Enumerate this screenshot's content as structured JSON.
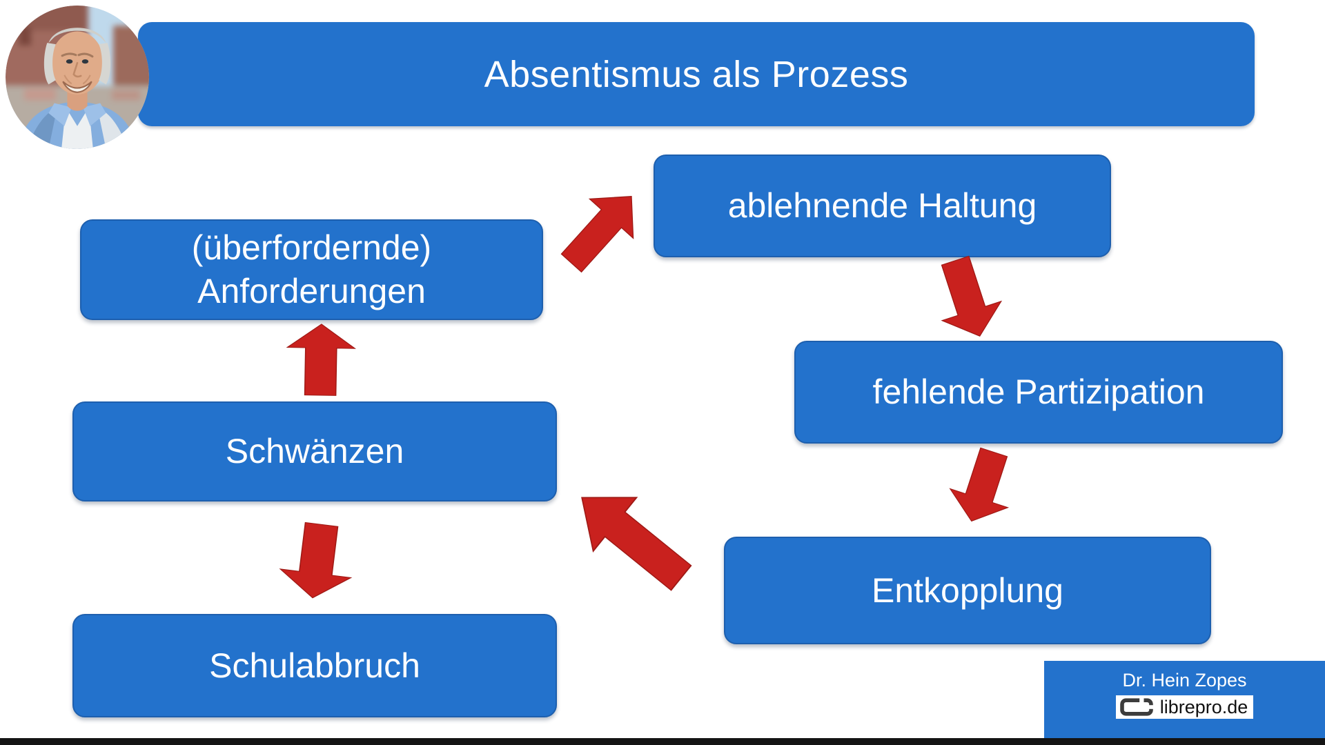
{
  "slide": {
    "title": "Absentismus als Prozess",
    "colors": {
      "box_blue": "#2372cc",
      "box_border_blue": "#1d5fae",
      "arrow_red": "#c9211e",
      "text_white": "#ffffff",
      "footer_black": "#141414"
    }
  },
  "diagram": {
    "nodes": [
      {
        "id": "anforderungen",
        "line1": "(überfordernde)",
        "line2": "Anforderungen"
      },
      {
        "id": "ablehnende-haltung",
        "line1": "ablehnende Haltung"
      },
      {
        "id": "fehlende-partizipation",
        "line1": "fehlende Partizipation"
      },
      {
        "id": "entkopplung",
        "line1": "Entkopplung"
      },
      {
        "id": "schwaenzen",
        "line1": "Schwänzen"
      },
      {
        "id": "schulabbruch",
        "line1": "Schulabbruch"
      }
    ],
    "arrows": [
      {
        "name": "anforderungen-to-ablehnende-haltung",
        "direction": "up-right"
      },
      {
        "name": "ablehnende-haltung-to-fehlende-partizipation",
        "direction": "down-right"
      },
      {
        "name": "fehlende-partizipation-to-entkopplung",
        "direction": "down-left"
      },
      {
        "name": "entkopplung-to-schwaenzen",
        "direction": "up-left"
      },
      {
        "name": "schwaenzen-to-anforderungen",
        "direction": "up"
      },
      {
        "name": "schwaenzen-to-schulabbruch",
        "direction": "down"
      }
    ]
  },
  "presenter": {
    "name": "Dr. Hein Zopes",
    "site": "librepro.de"
  }
}
